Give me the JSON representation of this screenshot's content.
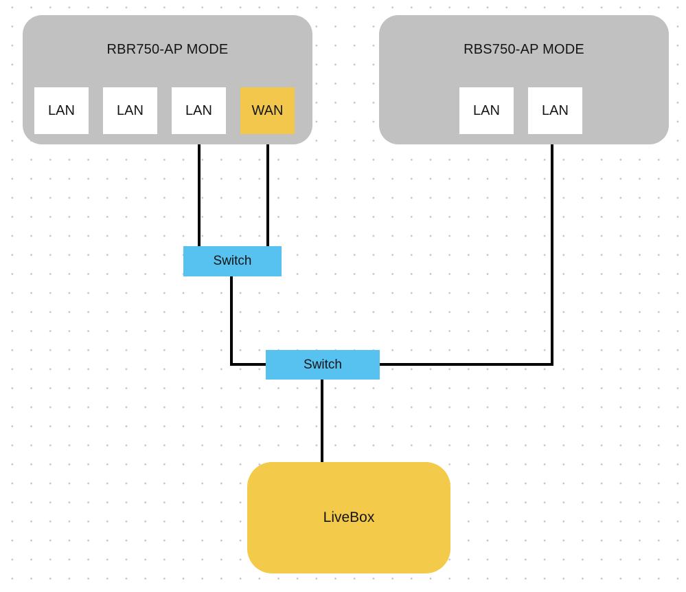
{
  "colors": {
    "device_gray": "#c1c1c1",
    "port_white": "#ffffff",
    "wan_yellow": "#f2c74c",
    "switch_blue": "#57c1f0",
    "livebox_yellow": "#f4ca4b",
    "connector_black": "#000000",
    "dot_grid_gray": "#c4c4c4"
  },
  "rbr750": {
    "title": "RBR750-AP MODE",
    "ports": [
      {
        "label": "LAN"
      },
      {
        "label": "LAN"
      },
      {
        "label": "LAN"
      },
      {
        "label": "WAN"
      }
    ]
  },
  "rbs750": {
    "title": "RBS750-AP MODE",
    "ports": [
      {
        "label": "LAN"
      },
      {
        "label": "LAN"
      }
    ]
  },
  "switch_upper": {
    "label": "Switch"
  },
  "switch_lower": {
    "label": "Switch"
  },
  "livebox": {
    "label": "LiveBox"
  },
  "edges": [
    {
      "from": "rbr750-port-lan-3",
      "to": "switch-upper"
    },
    {
      "from": "rbr750-port-wan",
      "to": "switch-upper"
    },
    {
      "from": "switch-upper",
      "to": "switch-lower"
    },
    {
      "from": "rbs750-port-lan-2",
      "to": "switch-lower"
    },
    {
      "from": "switch-lower",
      "to": "livebox"
    }
  ]
}
